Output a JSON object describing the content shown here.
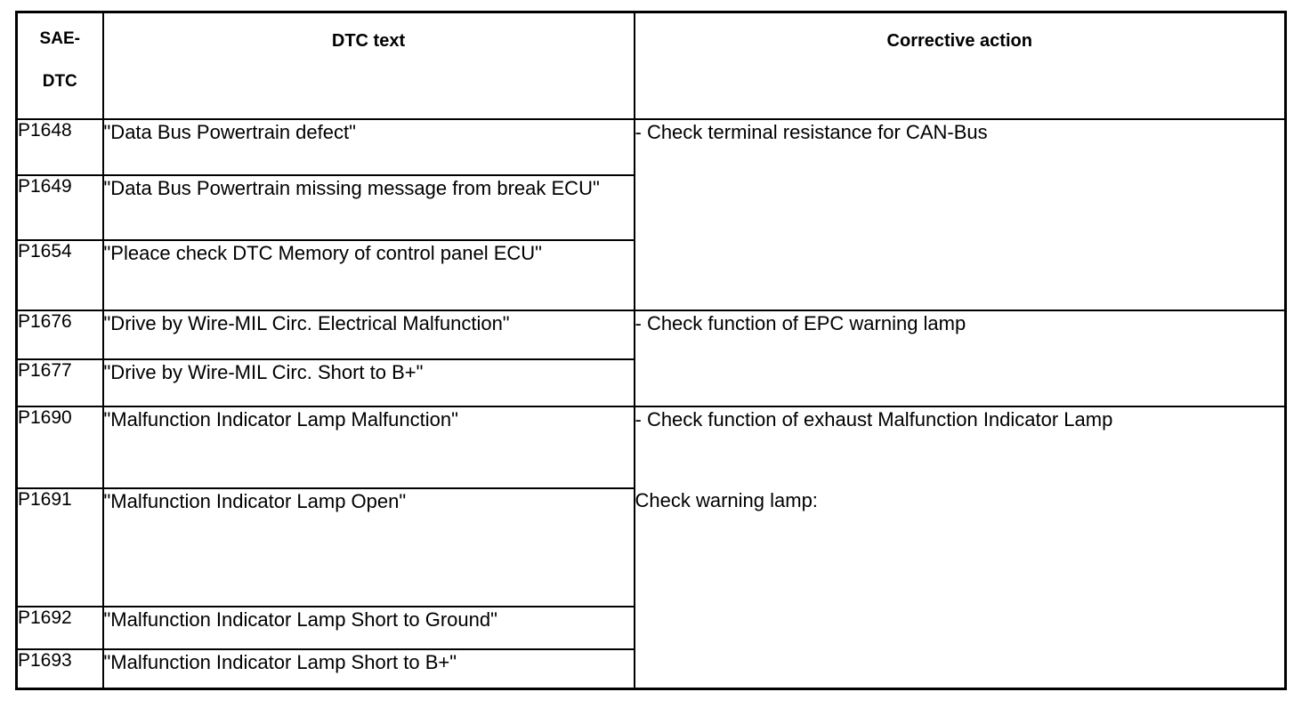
{
  "table": {
    "headers": {
      "sae_dtc_line1": "SAE-",
      "sae_dtc_line2": "DTC",
      "dtc_text": "DTC text",
      "corrective_action": "Corrective action"
    },
    "rows": [
      {
        "sae_dtc": "P1648",
        "dtc_text": "\"Data Bus Powertrain defect\""
      },
      {
        "sae_dtc": "P1649",
        "dtc_text": "\"Data Bus Powertrain missing message from break ECU\""
      },
      {
        "sae_dtc": "P1654",
        "dtc_text": "\"Pleace check DTC Memory of control panel ECU\""
      },
      {
        "sae_dtc": "P1676",
        "dtc_text": "\"Drive by Wire-MIL Circ. Electrical Malfunction\""
      },
      {
        "sae_dtc": "P1677",
        "dtc_text": "\"Drive by Wire-MIL Circ. Short to B+\""
      },
      {
        "sae_dtc": "P1690",
        "dtc_text": "\"Malfunction Indicator Lamp Malfunction\""
      },
      {
        "sae_dtc": "P1691",
        "dtc_text": "\"Malfunction Indicator Lamp Open\""
      },
      {
        "sae_dtc": "P1692",
        "dtc_text": "\"Malfunction Indicator Lamp Short to Ground\""
      },
      {
        "sae_dtc": "P1693",
        "dtc_text": "\"Malfunction Indicator Lamp Short to B+\""
      }
    ],
    "corrective_actions": [
      {
        "text": "- Check terminal resistance for CAN-Bus",
        "spans_rows": 3
      },
      {
        "text": "- Check function of EPC warning lamp",
        "spans_rows": 2
      },
      {
        "text": "- Check function of exhaust Malfunction Indicator Lamp",
        "text_secondary": "Check warning lamp:",
        "spans_rows": 4
      }
    ]
  },
  "colors": {
    "ink": "#000000",
    "paper": "#ffffff"
  }
}
